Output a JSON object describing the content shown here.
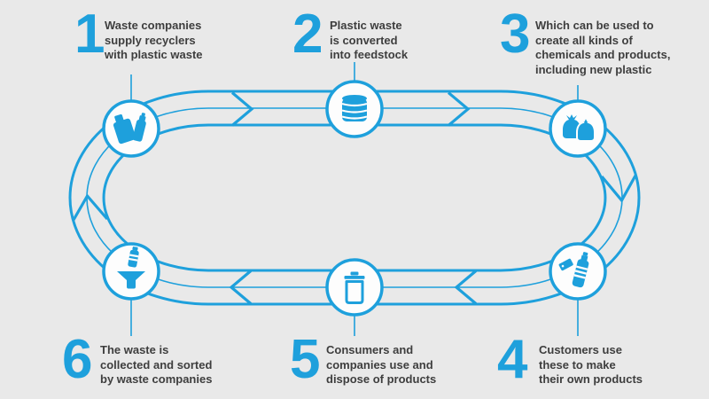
{
  "infographic": {
    "background_color": "#E9E9E9",
    "accent_color": "#1EA0DC",
    "text_color": "#3E3E3E",
    "flow_direction": "clockwise",
    "steps": [
      {
        "number": "1",
        "text": "Waste companies\nsupply recyclers\nwith plastic waste",
        "icon": "plastic-containers-icon"
      },
      {
        "number": "2",
        "text": "Plastic waste\nis converted\ninto feedstock",
        "icon": "feedstock-drum-icon"
      },
      {
        "number": "3",
        "text": "Which can be used to\ncreate all kinds of\nchemicals and products,\nincluding new plastic",
        "icon": "product-bags-icon"
      },
      {
        "number": "4",
        "text": "Customers use\nthese to make\ntheir own products",
        "icon": "bottle-price-tag-icon"
      },
      {
        "number": "5",
        "text": "Consumers and\ncompanies use and\ndispose of products",
        "icon": "waste-bin-icon"
      },
      {
        "number": "6",
        "text": "The waste is\ncollected and sorted\nby waste companies",
        "icon": "bottle-funnel-icon"
      }
    ]
  }
}
